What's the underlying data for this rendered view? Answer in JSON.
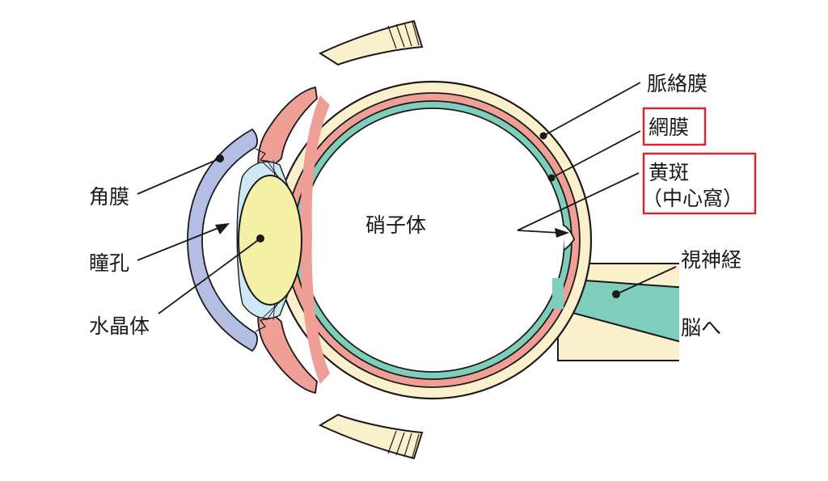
{
  "labels": {
    "cornea": "角膜",
    "pupil": "瞳孔",
    "lens": "水晶体",
    "vitreous": "硝子体",
    "choroid": "脈絡膜",
    "retina": "網膜",
    "macula": "黄斑",
    "fovea": "（中心窩）",
    "optic_nerve": "視神経",
    "to_brain": "脳へ"
  },
  "colors": {
    "sclera": "#fbf0cc",
    "choroid": "#ef9f96",
    "retina": "#7fcdbb",
    "cornea": "#b4bde3",
    "lens": "#f4f1a6",
    "iris": "#ef9f96",
    "aqueous": "#cfe8f5",
    "highlight": "#e0202a"
  }
}
